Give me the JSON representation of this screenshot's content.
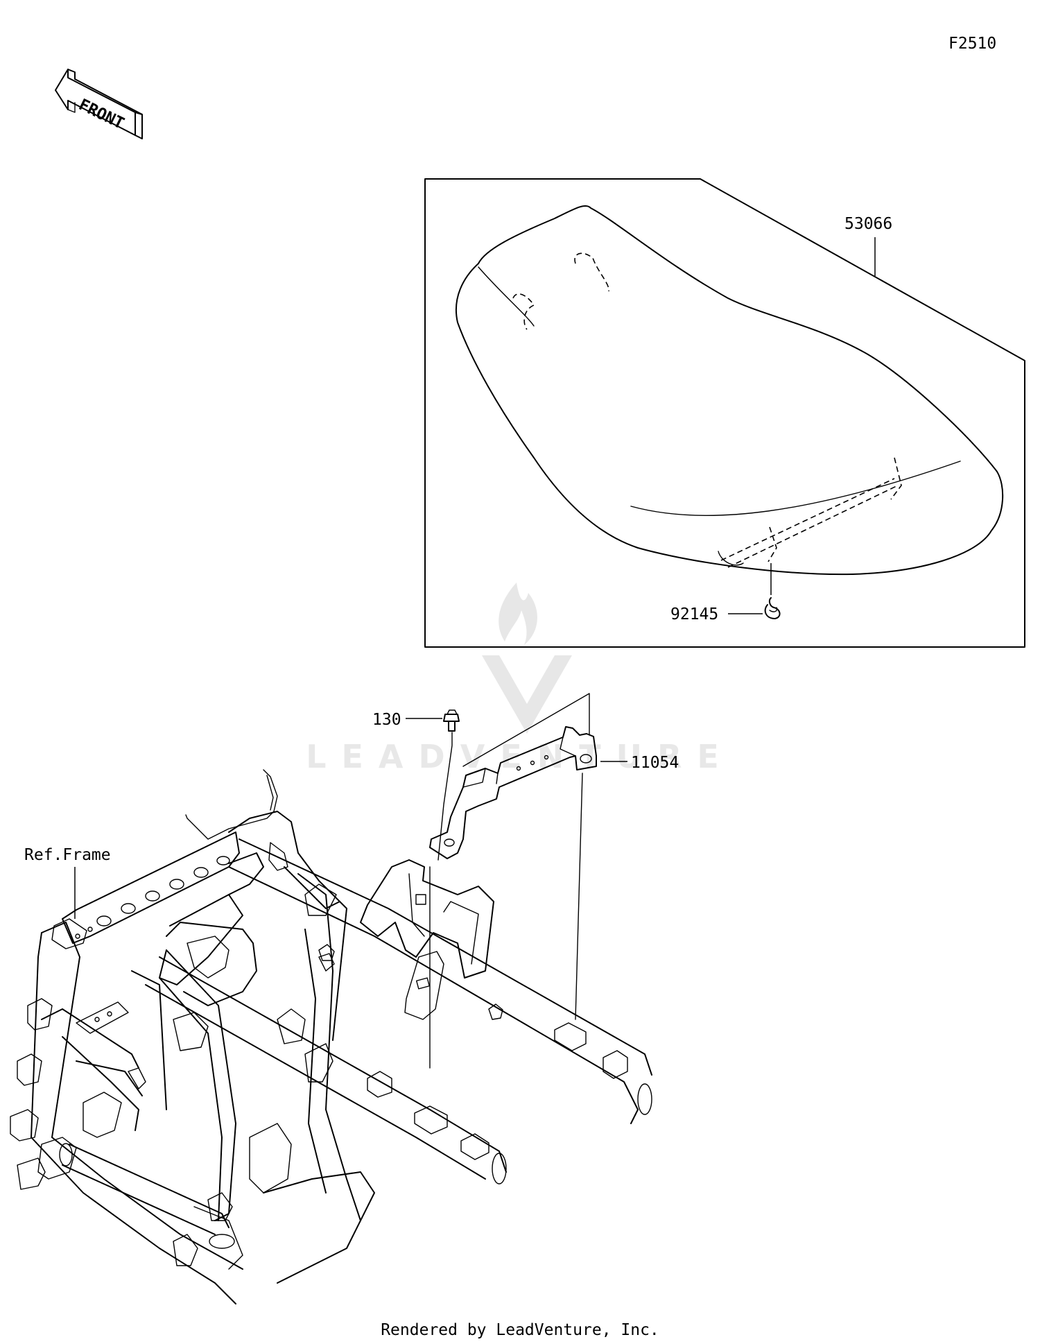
{
  "diagram": {
    "code": "F2510",
    "front_arrow_text": "FRONT",
    "parts": [
      {
        "number": "53066"
      },
      {
        "number": "92145"
      },
      {
        "number": "130"
      },
      {
        "number": "11054"
      }
    ],
    "reference_label": "Ref.Frame",
    "watermark_text": "LEADVENTURE",
    "footer": "Rendered by LeadVenture, Inc.",
    "colors": {
      "line": "#000000",
      "watermark": "#c8c8c8",
      "background": "#ffffff"
    }
  }
}
